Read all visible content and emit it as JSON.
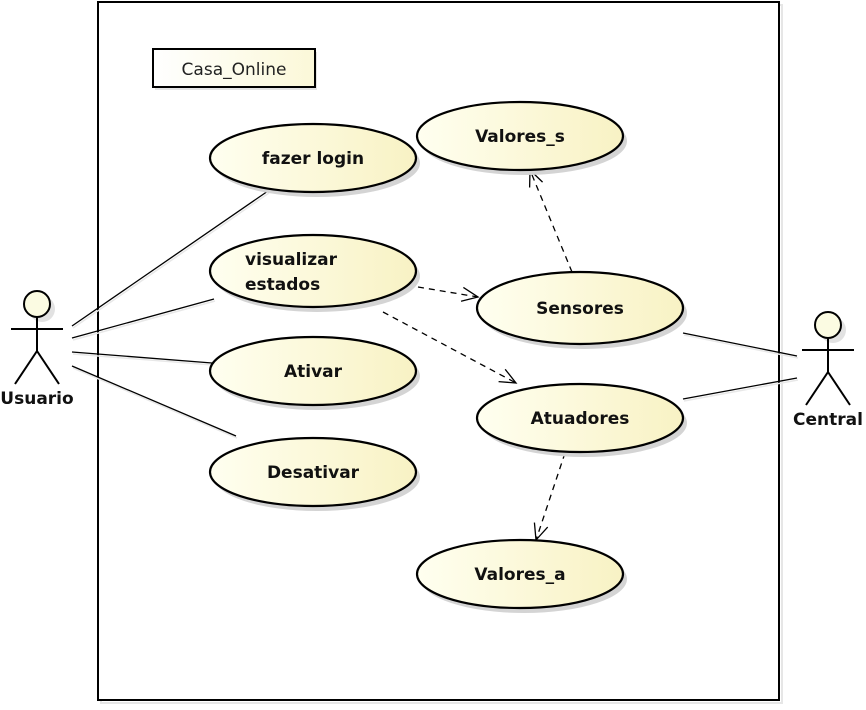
{
  "diagram": {
    "type": "uml-use-case",
    "system": {
      "name": "Casa_Online"
    },
    "actors": [
      {
        "id": "usuario",
        "name": "Usuario"
      },
      {
        "id": "central",
        "name": "Central"
      }
    ],
    "use_cases": [
      {
        "id": "fazer_login",
        "lines": [
          "fazer login"
        ]
      },
      {
        "id": "visualizar_estados",
        "lines": [
          "visualizar",
          "estados"
        ]
      },
      {
        "id": "ativar",
        "lines": [
          "Ativar"
        ]
      },
      {
        "id": "desativar",
        "lines": [
          "Desativar"
        ]
      },
      {
        "id": "valores_s",
        "lines": [
          "Valores_s"
        ]
      },
      {
        "id": "sensores",
        "lines": [
          "Sensores"
        ]
      },
      {
        "id": "atuadores",
        "lines": [
          "Atuadores"
        ]
      },
      {
        "id": "valores_a",
        "lines": [
          "Valores_a"
        ]
      }
    ],
    "associations": [
      {
        "from": "usuario",
        "to": "fazer_login"
      },
      {
        "from": "usuario",
        "to": "visualizar_estados"
      },
      {
        "from": "usuario",
        "to": "ativar"
      },
      {
        "from": "usuario",
        "to": "desativar"
      },
      {
        "from": "central",
        "to": "sensores"
      },
      {
        "from": "central",
        "to": "atuadores"
      }
    ],
    "dependencies": [
      {
        "from": "visualizar_estados",
        "to": "sensores"
      },
      {
        "from": "visualizar_estados",
        "to": "atuadores"
      },
      {
        "from": "sensores",
        "to": "valores_s"
      },
      {
        "from": "atuadores",
        "to": "valores_a"
      }
    ],
    "colors": {
      "usecase_fill_start": "#fffff0",
      "usecase_fill_end": "#f8f2c4",
      "stroke": "#000000",
      "shadow": "#d4d4d4",
      "actor_head_fill": "#fbfbe2"
    }
  }
}
